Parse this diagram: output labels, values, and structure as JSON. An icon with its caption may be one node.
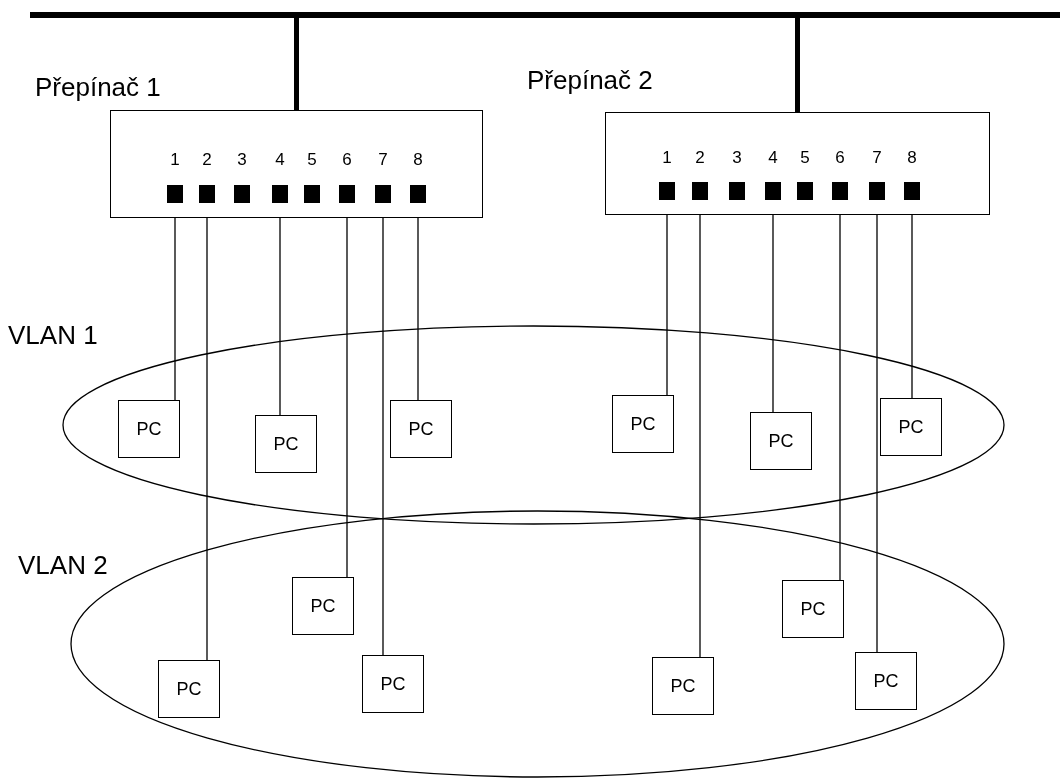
{
  "diagram": {
    "nodes": [
      {
        "text": [],
        "shape": "bar"
      },
      {
        "text": [
          "Přepínač 1"
        ]
      },
      {
        "text": [
          "1"
        ],
        "in": 1
      },
      {
        "text": [
          "2"
        ],
        "in": 1
      },
      {
        "text": [
          "3"
        ],
        "in": 1
      },
      {
        "text": [
          "4"
        ],
        "in": 1
      },
      {
        "text": [
          "5"
        ],
        "in": 1
      },
      {
        "text": [
          "6"
        ],
        "in": 1
      },
      {
        "text": [
          "7"
        ],
        "in": 1
      },
      {
        "text": [
          "8"
        ],
        "in": 1
      },
      {
        "text": [
          "Přepínač 2"
        ]
      },
      {
        "text": [
          "1"
        ],
        "in": 10
      },
      {
        "text": [
          "2"
        ],
        "in": 10
      },
      {
        "text": [
          "3"
        ],
        "in": 10
      },
      {
        "text": [
          "4"
        ],
        "in": 10
      },
      {
        "text": [
          "5"
        ],
        "in": 10
      },
      {
        "text": [
          "6"
        ],
        "in": 10
      },
      {
        "text": [
          "7"
        ],
        "in": 10
      },
      {
        "text": [
          "8"
        ],
        "in": 10
      },
      {
        "text": [
          "VLAN 1"
        ]
      },
      {
        "text": [
          "PC"
        ],
        "in": 19
      },
      {
        "text": [
          "PC"
        ],
        "in": 19
      },
      {
        "text": [
          "PC"
        ],
        "in": 19
      },
      {
        "text": [
          "PC"
        ],
        "in": 19
      },
      {
        "text": [
          "PC"
        ],
        "in": 19
      },
      {
        "text": [
          "PC"
        ],
        "in": 19
      },
      {
        "text": [
          "VLAN 2"
        ]
      },
      {
        "text": [
          "PC"
        ],
        "in": 26
      },
      {
        "text": [
          "PC"
        ],
        "in": 26
      },
      {
        "text": [
          "PC"
        ],
        "in": 26
      },
      {
        "text": [
          "PC"
        ],
        "in": 26
      },
      {
        "text": [
          "PC"
        ],
        "in": 26
      },
      {
        "text": [
          "PC"
        ],
        "in": 26
      }
    ],
    "edges": [
      {
        "from": 0,
        "to": 1,
        "arrow": "none",
        "style": "thick"
      },
      {
        "from": 0,
        "to": 10,
        "arrow": "none",
        "style": "thick"
      },
      {
        "from": 2,
        "to": 20,
        "arrow": "none"
      },
      {
        "from": 3,
        "to": 27,
        "arrow": "none"
      },
      {
        "from": 5,
        "to": 21,
        "arrow": "none"
      },
      {
        "from": 7,
        "to": 28,
        "arrow": "none"
      },
      {
        "from": 8,
        "to": 29,
        "arrow": "none"
      },
      {
        "from": 9,
        "to": 22,
        "arrow": "none"
      },
      {
        "from": 11,
        "to": 23,
        "arrow": "none"
      },
      {
        "from": 12,
        "to": 30,
        "arrow": "none"
      },
      {
        "from": 14,
        "to": 24,
        "arrow": "none"
      },
      {
        "from": 16,
        "to": 31,
        "arrow": "none"
      },
      {
        "from": 17,
        "to": 32,
        "arrow": "none"
      },
      {
        "from": 18,
        "to": 25,
        "arrow": "none"
      }
    ]
  }
}
